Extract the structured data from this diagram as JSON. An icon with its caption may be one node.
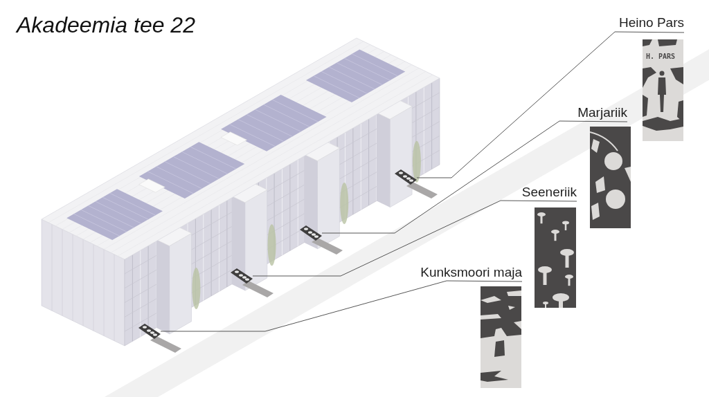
{
  "diagram": {
    "title": "Akadeemia tee 22",
    "nodes": [
      {
        "text": [
          "Heino Pars"
        ]
      },
      {
        "text": [
          "Marjariik"
        ]
      },
      {
        "text": [
          "Seeneriik"
        ]
      },
      {
        "text": [
          "Kunksmoori maja"
        ]
      },
      {
        "text": [],
        "shape": "picture"
      },
      {
        "text": [],
        "shape": "picture"
      },
      {
        "text": [],
        "shape": "picture"
      },
      {
        "text": [],
        "shape": "picture"
      }
    ],
    "edges": [
      {
        "from": 0,
        "to": 7,
        "arrow": "none"
      },
      {
        "from": 1,
        "to": 6,
        "arrow": "none"
      },
      {
        "from": 2,
        "to": 5,
        "arrow": "none"
      },
      {
        "from": 3,
        "to": 4,
        "arrow": "none"
      }
    ],
    "labels": [
      "H. PARS"
    ]
  }
}
